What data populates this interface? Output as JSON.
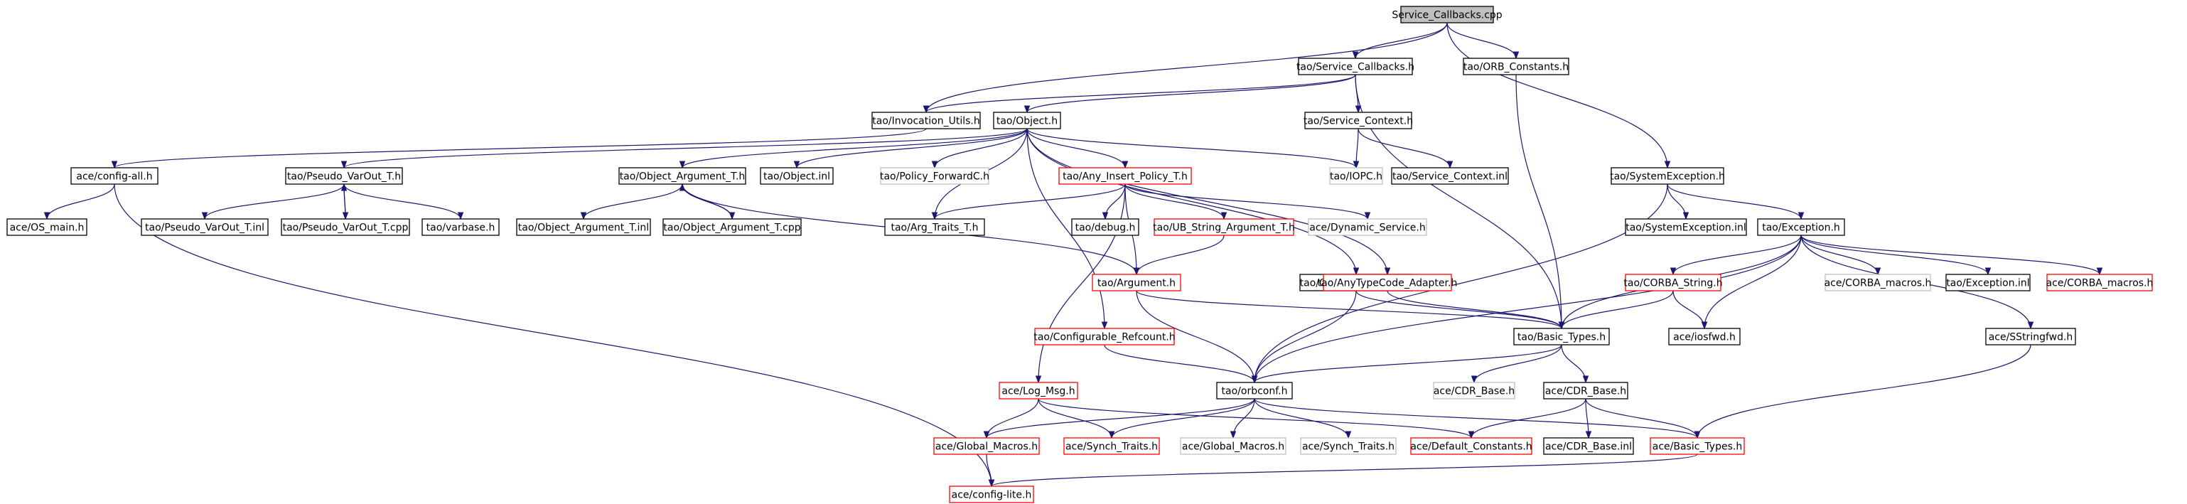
{
  "diagram": {
    "type": "include-dependency-graph",
    "colors": {
      "edge": "#191970",
      "documented_border": "#000000",
      "truncated_border": "#ff0000",
      "undocumented_border": "#bfbfbf",
      "root_fill": "#bfbfbf"
    },
    "nodes": [
      {
        "id": "root",
        "label": "Service_Callbacks.cpp",
        "kind": "root"
      },
      {
        "id": "svc_cb_h",
        "label": "tao/Service_Callbacks.h",
        "kind": "black"
      },
      {
        "id": "orb_const",
        "label": "tao/ORB_Constants.h",
        "kind": "black"
      },
      {
        "id": "inv_utils",
        "label": "tao/Invocation_Utils.h",
        "kind": "black"
      },
      {
        "id": "object_h",
        "label": "tao/Object.h",
        "kind": "black"
      },
      {
        "id": "svc_ctx",
        "label": "tao/Service_Context.h",
        "kind": "black"
      },
      {
        "id": "config_all",
        "label": "ace/config-all.h",
        "kind": "black"
      },
      {
        "id": "pseudo_varout",
        "label": "tao/Pseudo_VarOut_T.h",
        "kind": "black"
      },
      {
        "id": "obj_arg",
        "label": "tao/Object_Argument_T.h",
        "kind": "black"
      },
      {
        "id": "obj_inl",
        "label": "tao/Object.inl",
        "kind": "black"
      },
      {
        "id": "policy_fwd",
        "label": "tao/Policy_ForwardC.h",
        "kind": "gray"
      },
      {
        "id": "any_insert",
        "label": "tao/Any_Insert_Policy_T.h",
        "kind": "red"
      },
      {
        "id": "iopc",
        "label": "tao/IOPC.h",
        "kind": "gray"
      },
      {
        "id": "svc_ctx_inl",
        "label": "tao/Service_Context.inl",
        "kind": "black"
      },
      {
        "id": "sys_exc",
        "label": "tao/SystemException.h",
        "kind": "black"
      },
      {
        "id": "os_main",
        "label": "ace/OS_main.h",
        "kind": "black"
      },
      {
        "id": "pv_inl",
        "label": "tao/Pseudo_VarOut_T.inl",
        "kind": "black"
      },
      {
        "id": "pv_cpp",
        "label": "tao/Pseudo_VarOut_T.cpp",
        "kind": "black"
      },
      {
        "id": "varbase",
        "label": "tao/varbase.h",
        "kind": "black"
      },
      {
        "id": "oa_inl",
        "label": "tao/Object_Argument_T.inl",
        "kind": "black"
      },
      {
        "id": "oa_cpp",
        "label": "tao/Object_Argument_T.cpp",
        "kind": "black"
      },
      {
        "id": "arg_traits",
        "label": "tao/Arg_Traits_T.h",
        "kind": "black"
      },
      {
        "id": "debug",
        "label": "tao/debug.h",
        "kind": "black"
      },
      {
        "id": "ub_string",
        "label": "tao/UB_String_Argument_T.h",
        "kind": "red"
      },
      {
        "id": "dyn_service",
        "label": "ace/Dynamic_Service.h",
        "kind": "gray"
      },
      {
        "id": "sys_exc_inl",
        "label": "tao/SystemException.inl",
        "kind": "black"
      },
      {
        "id": "exception_h",
        "label": "tao/Exception.h",
        "kind": "black"
      },
      {
        "id": "argument",
        "label": "tao/Argument.h",
        "kind": "red"
      },
      {
        "id": "corba_methods",
        "label": "tao/CORBA_methods.h",
        "kind": "black"
      },
      {
        "id": "anytc_adapter",
        "label": "tao/AnyTypeCode_Adapter.h",
        "kind": "red"
      },
      {
        "id": "corba_string",
        "label": "tao/CORBA_String.h",
        "kind": "red"
      },
      {
        "id": "corba_macros_g",
        "label": "ace/CORBA_macros.h",
        "kind": "gray"
      },
      {
        "id": "exception_inl",
        "label": "tao/Exception.inl",
        "kind": "black"
      },
      {
        "id": "corba_macros_r",
        "label": "ace/CORBA_macros.h",
        "kind": "red"
      },
      {
        "id": "configurable_rc",
        "label": "tao/Configurable_Refcount.h",
        "kind": "red"
      },
      {
        "id": "basic_types_tao",
        "label": "tao/Basic_Types.h",
        "kind": "black"
      },
      {
        "id": "iosfwd",
        "label": "ace/iosfwd.h",
        "kind": "black"
      },
      {
        "id": "sstringfwd",
        "label": "ace/SStringfwd.h",
        "kind": "black"
      },
      {
        "id": "log_msg",
        "label": "ace/Log_Msg.h",
        "kind": "red"
      },
      {
        "id": "orbconf",
        "label": "tao/orbconf.h",
        "kind": "black"
      },
      {
        "id": "cdr_base_gray",
        "label": "ace/CDR_Base.h",
        "kind": "gray"
      },
      {
        "id": "cdr_base",
        "label": "ace/CDR_Base.h",
        "kind": "black"
      },
      {
        "id": "global_macros_r",
        "label": "ace/Global_Macros.h",
        "kind": "red"
      },
      {
        "id": "synch_traits_r",
        "label": "ace/Synch_Traits.h",
        "kind": "red"
      },
      {
        "id": "global_macros_g",
        "label": "ace/Global_Macros.h",
        "kind": "gray"
      },
      {
        "id": "synch_traits_g",
        "label": "ace/Synch_Traits.h",
        "kind": "gray"
      },
      {
        "id": "default_consts",
        "label": "ace/Default_Constants.h",
        "kind": "red"
      },
      {
        "id": "cdr_base_inl",
        "label": "ace/CDR_Base.inl",
        "kind": "black"
      },
      {
        "id": "basic_types_ace",
        "label": "ace/Basic_Types.h",
        "kind": "red"
      },
      {
        "id": "config_lite",
        "label": "ace/config-lite.h",
        "kind": "red"
      }
    ],
    "edges": [
      [
        "root",
        "svc_cb_h"
      ],
      [
        "root",
        "orb_const"
      ],
      [
        "root",
        "inv_utils"
      ],
      [
        "root",
        "sys_exc"
      ],
      [
        "svc_cb_h",
        "inv_utils"
      ],
      [
        "svc_cb_h",
        "object_h"
      ],
      [
        "svc_cb_h",
        "svc_ctx"
      ],
      [
        "svc_cb_h",
        "basic_types_tao"
      ],
      [
        "orb_const",
        "basic_types_tao"
      ],
      [
        "inv_utils",
        "config_all"
      ],
      [
        "object_h",
        "pseudo_varout"
      ],
      [
        "object_h",
        "obj_arg"
      ],
      [
        "object_h",
        "obj_inl"
      ],
      [
        "object_h",
        "policy_fwd"
      ],
      [
        "object_h",
        "any_insert"
      ],
      [
        "object_h",
        "iopc"
      ],
      [
        "object_h",
        "arg_traits"
      ],
      [
        "object_h",
        "configurable_rc"
      ],
      [
        "object_h",
        "corba_methods"
      ],
      [
        "object_h",
        "anytc_adapter"
      ],
      [
        "svc_ctx",
        "iopc"
      ],
      [
        "svc_ctx",
        "svc_ctx_inl"
      ],
      [
        "config_all",
        "os_main"
      ],
      [
        "config_all",
        "config_lite"
      ],
      [
        "pseudo_varout",
        "pv_inl"
      ],
      [
        "pseudo_varout",
        "pv_cpp"
      ],
      [
        "pseudo_varout",
        "varbase"
      ],
      [
        "pv_cpp",
        "pseudo_varout"
      ],
      [
        "obj_arg",
        "oa_inl"
      ],
      [
        "obj_arg",
        "oa_cpp"
      ],
      [
        "obj_arg",
        "argument"
      ],
      [
        "oa_cpp",
        "obj_arg"
      ],
      [
        "any_insert",
        "arg_traits"
      ],
      [
        "any_insert",
        "debug"
      ],
      [
        "any_insert",
        "ub_string"
      ],
      [
        "any_insert",
        "dyn_service"
      ],
      [
        "any_insert",
        "argument"
      ],
      [
        "any_insert",
        "log_msg"
      ],
      [
        "ub_string",
        "argument"
      ],
      [
        "sys_exc",
        "sys_exc_inl"
      ],
      [
        "sys_exc",
        "exception_h"
      ],
      [
        "sys_exc",
        "orbconf"
      ],
      [
        "exception_h",
        "corba_string"
      ],
      [
        "exception_h",
        "corba_macros_g"
      ],
      [
        "exception_h",
        "exception_inl"
      ],
      [
        "exception_h",
        "corba_macros_r"
      ],
      [
        "exception_h",
        "basic_types_tao"
      ],
      [
        "exception_h",
        "iosfwd"
      ],
      [
        "exception_h",
        "sstringfwd"
      ],
      [
        "exception_h",
        "orbconf"
      ],
      [
        "argument",
        "basic_types_tao"
      ],
      [
        "argument",
        "orbconf"
      ],
      [
        "corba_methods",
        "basic_types_tao"
      ],
      [
        "corba_methods",
        "orbconf"
      ],
      [
        "anytc_adapter",
        "basic_types_tao"
      ],
      [
        "corba_string",
        "basic_types_tao"
      ],
      [
        "corba_string",
        "iosfwd"
      ],
      [
        "configurable_rc",
        "orbconf"
      ],
      [
        "basic_types_tao",
        "orbconf"
      ],
      [
        "basic_types_tao",
        "cdr_base_gray"
      ],
      [
        "basic_types_tao",
        "cdr_base"
      ],
      [
        "sstringfwd",
        "basic_types_ace"
      ],
      [
        "log_msg",
        "global_macros_r"
      ],
      [
        "log_msg",
        "synch_traits_r"
      ],
      [
        "log_msg",
        "default_consts"
      ],
      [
        "orbconf",
        "global_macros_r"
      ],
      [
        "orbconf",
        "synch_traits_r"
      ],
      [
        "orbconf",
        "global_macros_g"
      ],
      [
        "orbconf",
        "synch_traits_g"
      ],
      [
        "orbconf",
        "basic_types_ace"
      ],
      [
        "cdr_base",
        "default_consts"
      ],
      [
        "cdr_base",
        "cdr_base_inl"
      ],
      [
        "cdr_base",
        "basic_types_ace"
      ],
      [
        "global_macros_r",
        "config_lite"
      ],
      [
        "basic_types_ace",
        "config_lite"
      ]
    ]
  }
}
